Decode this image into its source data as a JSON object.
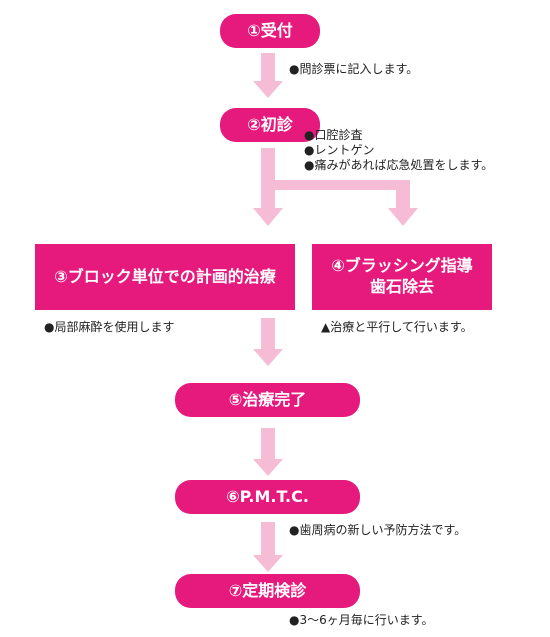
{
  "colors": {
    "box_fill": "#e6197d",
    "box_text": "#ffffff",
    "arrow": "#f6bcd6",
    "note_text": "#222222"
  },
  "steps": {
    "s1": "①受付",
    "s2": "②初診",
    "s3": "③ブロック単位での計画的治療",
    "s4_line1": "④ブラッシング指導",
    "s4_line2": "歯石除去",
    "s5": "⑤治療完了",
    "s6": "⑥P.M.T.C.",
    "s7": "⑦定期検診"
  },
  "notes": {
    "n1": "●問診票に記入します。",
    "n2": [
      "●口腔診査",
      "●レントゲン",
      "●痛みがあれば応急処置をします。"
    ],
    "n3": "●局部麻酔を使用します",
    "n4": "▲治療と平行して行います。",
    "n6": "●歯周病の新しい予防方法です。",
    "n7": "●3～6ヶ月毎に行います。"
  }
}
